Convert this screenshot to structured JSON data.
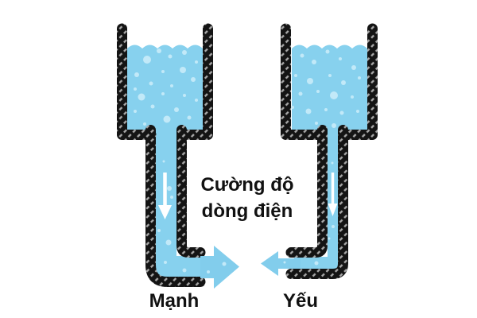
{
  "diagram": {
    "title": {
      "line1": "Cường độ",
      "line2": "dòng điện"
    },
    "tanks": [
      {
        "id": "strong",
        "label": "Mạnh",
        "pipe": "wide",
        "outflow_direction": "right"
      },
      {
        "id": "weak",
        "label": "Yếu",
        "pipe": "narrow",
        "outflow_direction": "left"
      }
    ],
    "icons": {
      "strong_flow": "arrow-right",
      "weak_flow": "arrow-left",
      "pipe_flow": "arrow-down"
    },
    "colors": {
      "water": "#87d1ee",
      "bubble": "#c2e9f8",
      "arrow": "#82cdec",
      "wall_black": "#141414",
      "wall_hatch": "#a8a8a8",
      "flow_white": "#ffffff",
      "text": "#111111",
      "background": "#ffffff"
    }
  }
}
